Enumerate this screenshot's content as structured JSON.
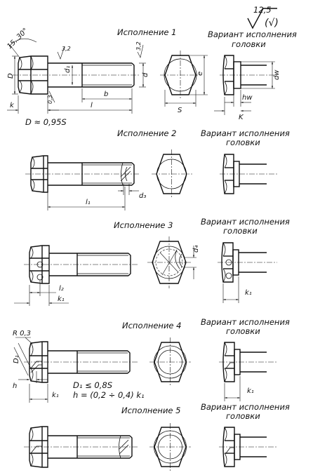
{
  "titles": {
    "v1": "Исполнение 1",
    "v2": "Исполнение 2",
    "v3": "Исполнение 3",
    "v4": "Исполнение 4",
    "v5": "Исполнение 5"
  },
  "head_variant": {
    "line1": "Вариант исполнения",
    "line2": "головки"
  },
  "roughness": {
    "value": "12,5",
    "alt": "(√)",
    "local": "3,2"
  },
  "dims": {
    "angle": "15..30°",
    "D": "D",
    "d1": "d₁",
    "d": "d",
    "b": "b",
    "l": "l",
    "k": "k",
    "r03": "0,3",
    "S": "S",
    "e": "e",
    "dw": "dw",
    "hw": "hw",
    "K": "K",
    "l1": "l₁",
    "d3": "d₃",
    "d4": "d₄",
    "l2": "l₂",
    "k1": "k₁",
    "R03": "R 0,3",
    "D1": "D₁",
    "h": "h"
  },
  "notes": {
    "D_eq": "D ≈ 0,95S",
    "D1_le": "D₁ ≤ 0,8S",
    "h_eq": "h = (0,2 ÷ 0,4) k₁"
  }
}
